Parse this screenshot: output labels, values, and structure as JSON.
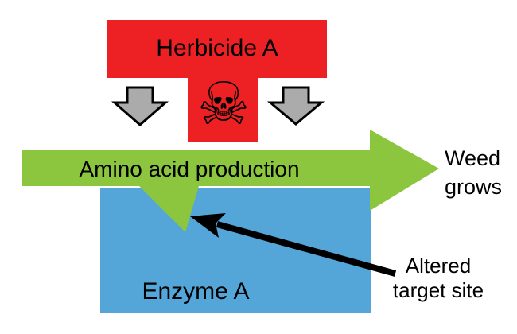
{
  "diagram": {
    "background": "#ffffff",
    "text_color": "#000000",
    "herbicide_block": {
      "label": "Herbicide A",
      "color": "#ed2024"
    },
    "toxicity_icon": {
      "glyph": "☠"
    },
    "inhibition_arrows": {
      "fill": "#ababab",
      "outline": "#000000"
    },
    "amino_arrow": {
      "label": "Amino acid production",
      "color": "#8cc63e"
    },
    "weed_outcome": {
      "line1": "Weed",
      "line2": "grows"
    },
    "enzyme_block": {
      "label": "Enzyme A",
      "color": "#55a6d8"
    },
    "annotation": {
      "line1": "Altered",
      "line2": "target site",
      "arrow_color": "#000000"
    }
  }
}
